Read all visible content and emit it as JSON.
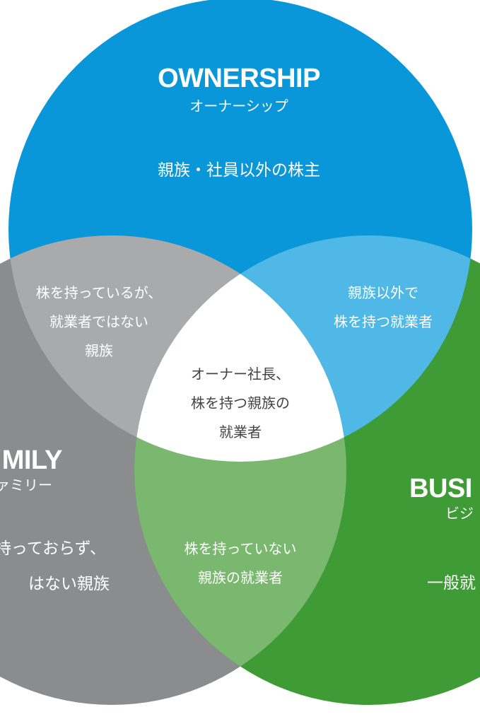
{
  "colors": {
    "ownership": "#0a97d9",
    "family": "#8b8c8e",
    "business": "#3f9b35",
    "ownership_family": "#a9aaac",
    "ownership_business": "#4fb8e7",
    "family_business": "#79b86e",
    "all": "#ffffff"
  },
  "ownership": {
    "title": "OWNERSHIP",
    "kana": "オーナーシップ",
    "desc": "親族・社員以外の株主"
  },
  "family": {
    "title": "MILY",
    "kana": "ァミリー",
    "desc_line1": "持っておらず、",
    "desc_line2": "はない親族"
  },
  "business": {
    "title": "BUSI",
    "kana": "ビジ",
    "desc": "一般就"
  },
  "overlaps": {
    "ownership_family": [
      "株を持っているが、",
      "就業者ではない",
      "親族"
    ],
    "ownership_business": [
      "親族以外で",
      "株を持つ就業者"
    ],
    "all": [
      "オーナー社長、",
      "株を持つ親族の",
      "就業者"
    ],
    "family_business": [
      "株を持っていない",
      "親族の就業者"
    ]
  }
}
